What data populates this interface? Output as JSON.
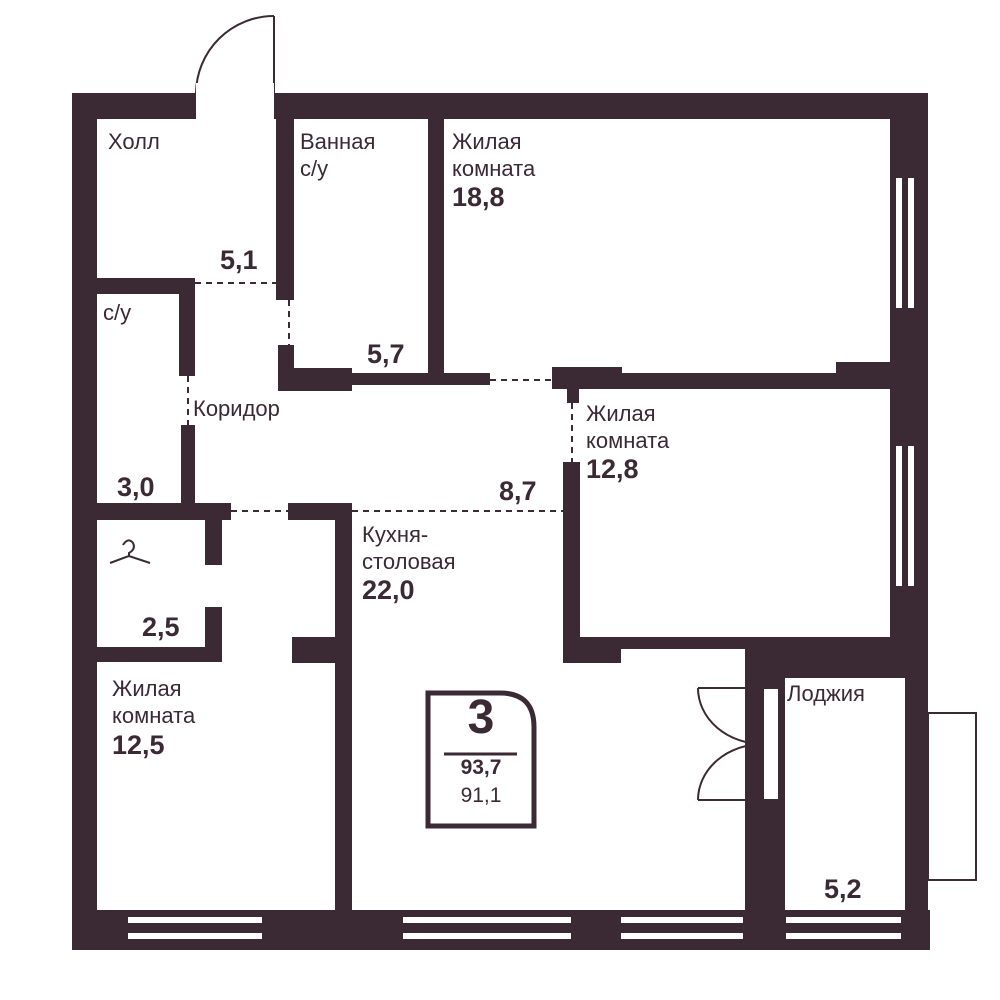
{
  "colors": {
    "wall": "#3b2a33",
    "background": "#ffffff"
  },
  "apartment": {
    "rooms": "3",
    "total_area": "93,7",
    "living_area": "91,1"
  },
  "rooms": {
    "hall": {
      "name": "Холл",
      "area": "5,1"
    },
    "bathroom": {
      "name": "Ванная\nс/у",
      "area": "5,7"
    },
    "bedroom1": {
      "name": "Жилая\nкомната",
      "area": "18,8"
    },
    "wc": {
      "name": "с/у",
      "area": "3,0"
    },
    "corridor": {
      "name": "Коридор",
      "area": "8,7"
    },
    "bedroom2": {
      "name": "Жилая\nкомната",
      "area": "12,8"
    },
    "wardrobe": {
      "name": "",
      "area": "2,5",
      "icon": "hanger-icon"
    },
    "kitchen": {
      "name": "Кухня-\nстоловая",
      "area": "22,0"
    },
    "bedroom3": {
      "name": "Жилая\nкомната",
      "area": "12,5"
    },
    "loggia": {
      "name": "Лоджия",
      "area": "5,2"
    }
  }
}
